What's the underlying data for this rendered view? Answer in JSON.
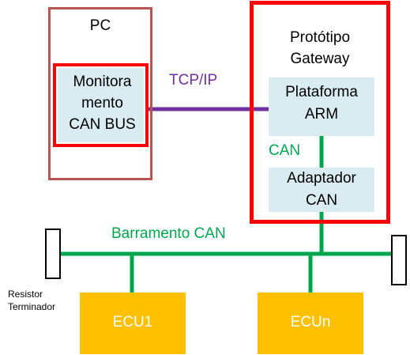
{
  "pc": {
    "title": "PC",
    "monitor_line1": "Monitora",
    "monitor_line2": "mento",
    "monitor_line3": "CAN BUS"
  },
  "gateway": {
    "title_line1": "Protótipo",
    "title_line2": "Gateway",
    "platform_line1": "Plataforma",
    "platform_line2": "ARM",
    "adapter_line1": "Adaptador",
    "adapter_line2": "CAN"
  },
  "links": {
    "tcp": "TCP/IP",
    "can": "CAN",
    "bus": "Barramento CAN"
  },
  "resistor": {
    "label_line1": "Resistor",
    "label_line2": "Terminador"
  },
  "ecus": {
    "ecu1": "ECU1",
    "ecun": "ECUn"
  },
  "colors": {
    "tcp_line": "#7030a0",
    "can_line": "#00a64f",
    "highlight_border": "#ff0000",
    "pc_border": "#b85450",
    "module_fill": "#d9ecf2",
    "ecu_fill": "#ffc000"
  }
}
